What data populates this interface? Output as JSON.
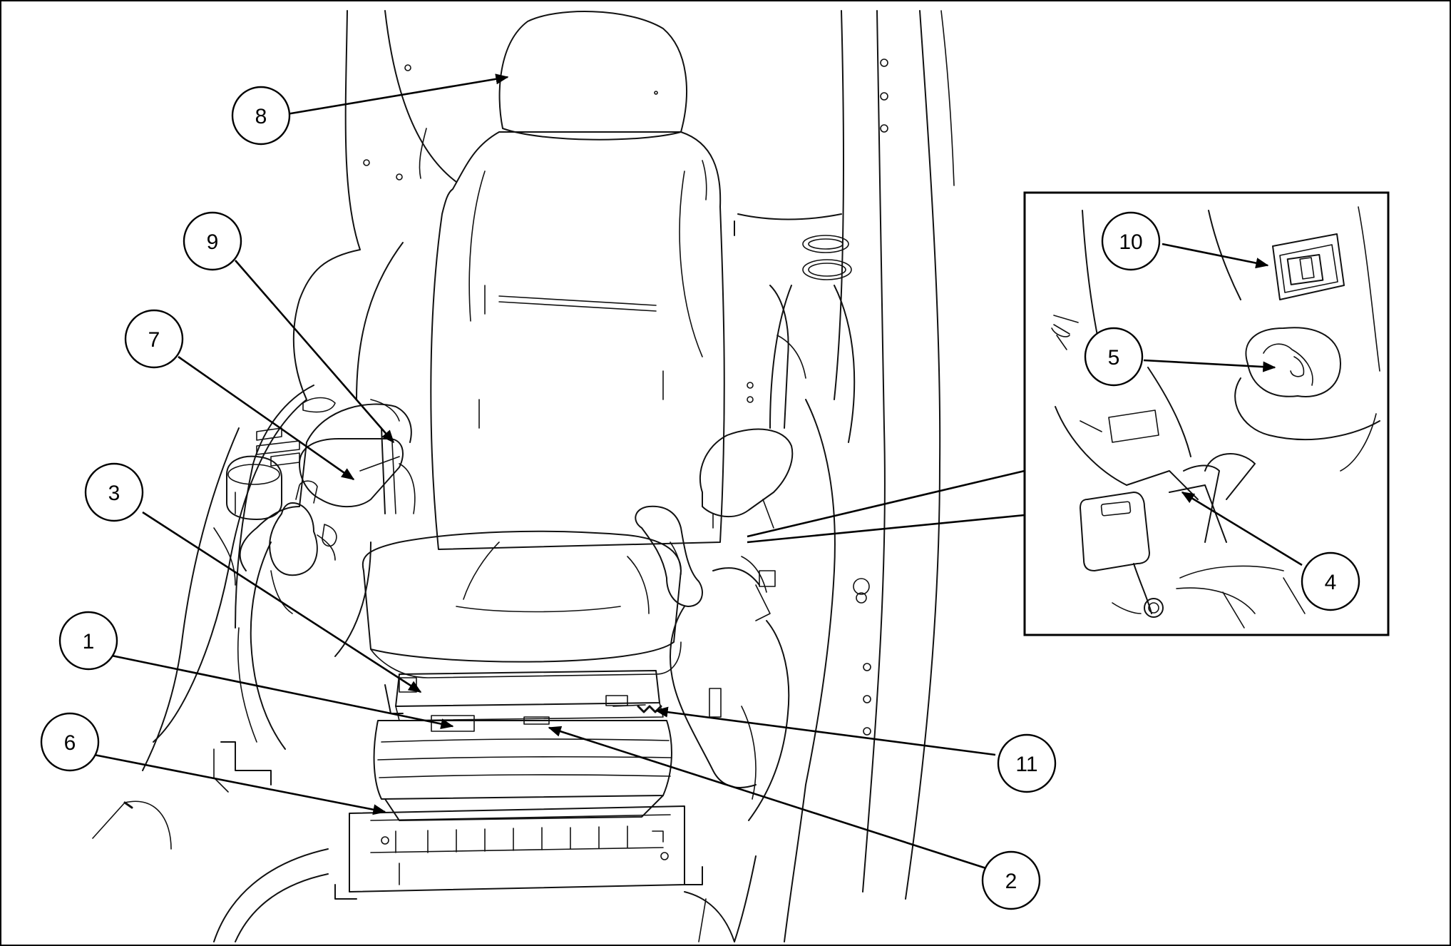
{
  "callouts": [
    {
      "id": "1",
      "text": "1"
    },
    {
      "id": "2",
      "text": "2"
    },
    {
      "id": "3",
      "text": "3"
    },
    {
      "id": "4",
      "text": "4"
    },
    {
      "id": "5",
      "text": "5"
    },
    {
      "id": "6",
      "text": "6"
    },
    {
      "id": "7",
      "text": "7"
    },
    {
      "id": "8",
      "text": "8"
    },
    {
      "id": "9",
      "text": "9"
    },
    {
      "id": "10",
      "text": "10"
    },
    {
      "id": "11",
      "text": "11"
    }
  ],
  "colors": {
    "line": "#111111",
    "background": "#ffffff"
  }
}
